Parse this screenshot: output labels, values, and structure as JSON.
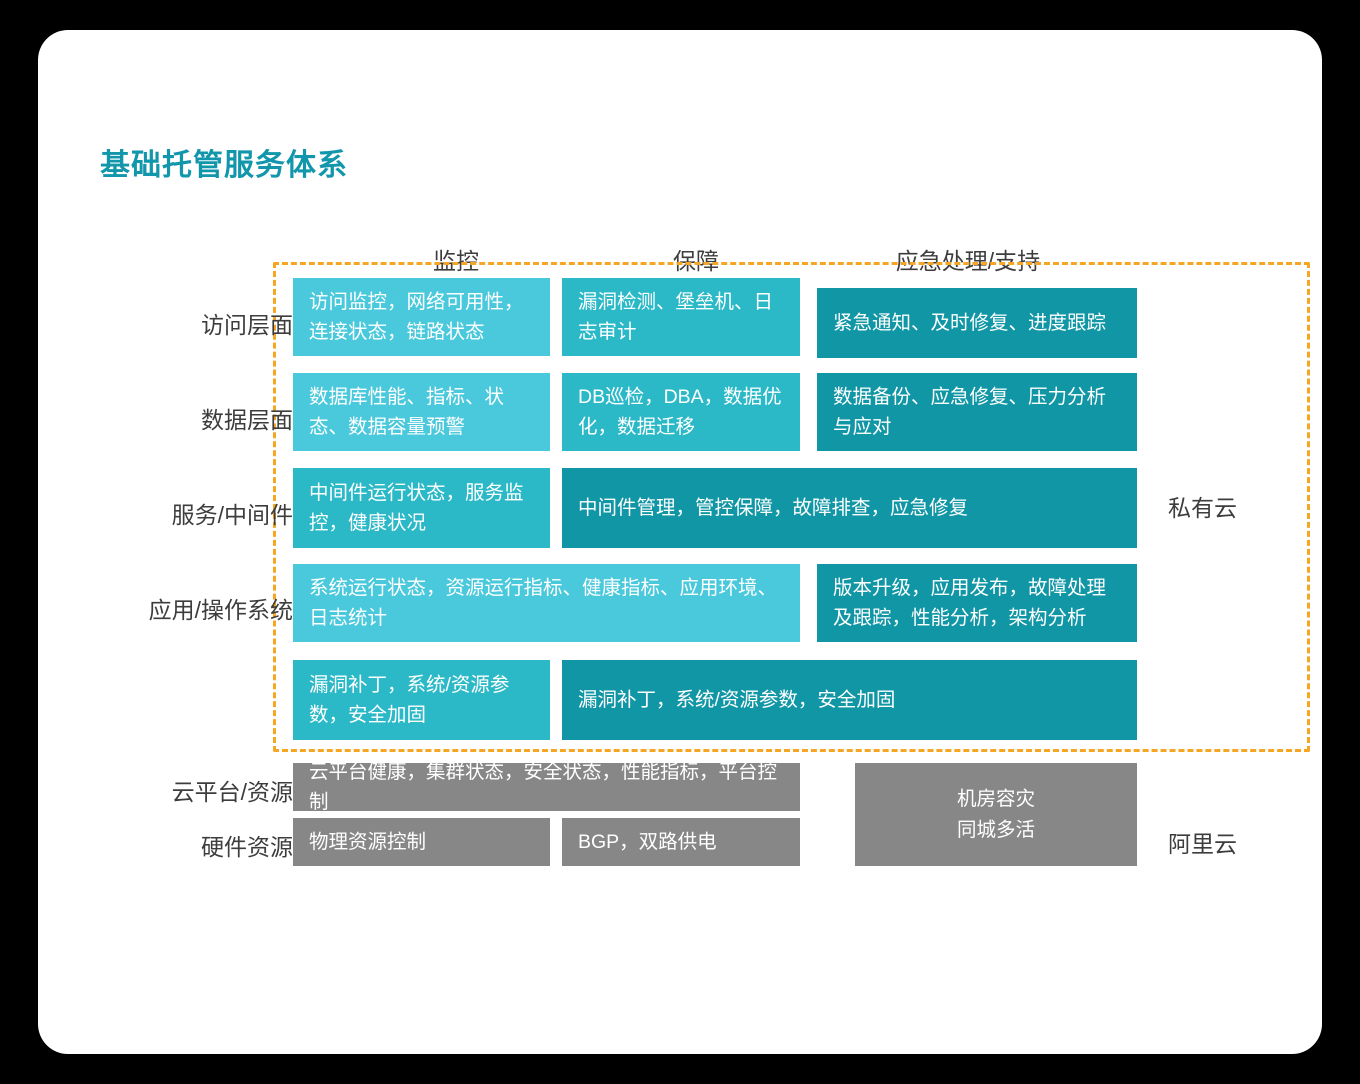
{
  "title": "基础托管服务体系",
  "columns": [
    {
      "label": "监控"
    },
    {
      "label": "保障"
    },
    {
      "label": "应急处理/支持"
    }
  ],
  "row_labels": [
    "访问层面",
    "数据层面",
    "服务/中间件",
    "应用/操作系统",
    "云平台/资源",
    "硬件资源"
  ],
  "side_labels": {
    "private_cloud": "私有云",
    "alibaba_cloud": "阿里云"
  },
  "cells": {
    "r1c1": "访问监控，网络可用性，连接状态，链路状态",
    "r1c2": "漏洞检测、堡垒机、日志审计",
    "r1c3": "紧急通知、及时修复、进度跟踪",
    "r2c1": "数据库性能、指标、状态、数据容量预警",
    "r2c2": "DB巡检，DBA，数据优化，数据迁移",
    "r2c3": "数据备份、应急修复、压力分析与应对",
    "r3c1": "中间件运行状态，服务监控，健康状况",
    "r3c23": "中间件管理，管控保障，故障排查，应急修复",
    "r4c12": "系统运行状态，资源运行指标、健康指标、应用环境、日志统计",
    "r4c3": "版本升级，应用发布，故障处理及跟踪，性能分析，架构分析",
    "r5c1": "漏洞补丁，系统/资源参数，安全加固",
    "r5c23": "漏洞补丁，系统/资源参数，安全加固",
    "r6c12": "云平台健康，集群状态，安全状态，性能指标，平台控制",
    "r7c1": "物理资源控制",
    "r7c2": "BGP，双路供电",
    "r67c3_line1": "机房容灾",
    "r67c3_line2": "同城多活"
  },
  "colors": {
    "title": "#1196ab",
    "teal_light": "#4ac9dc",
    "teal_mid": "#2bb9c8",
    "teal_dark": "#1196a5",
    "gray": "#878787",
    "dashed_border": "#f5a623",
    "card_background": "#ffffff",
    "page_background": "#000000"
  }
}
